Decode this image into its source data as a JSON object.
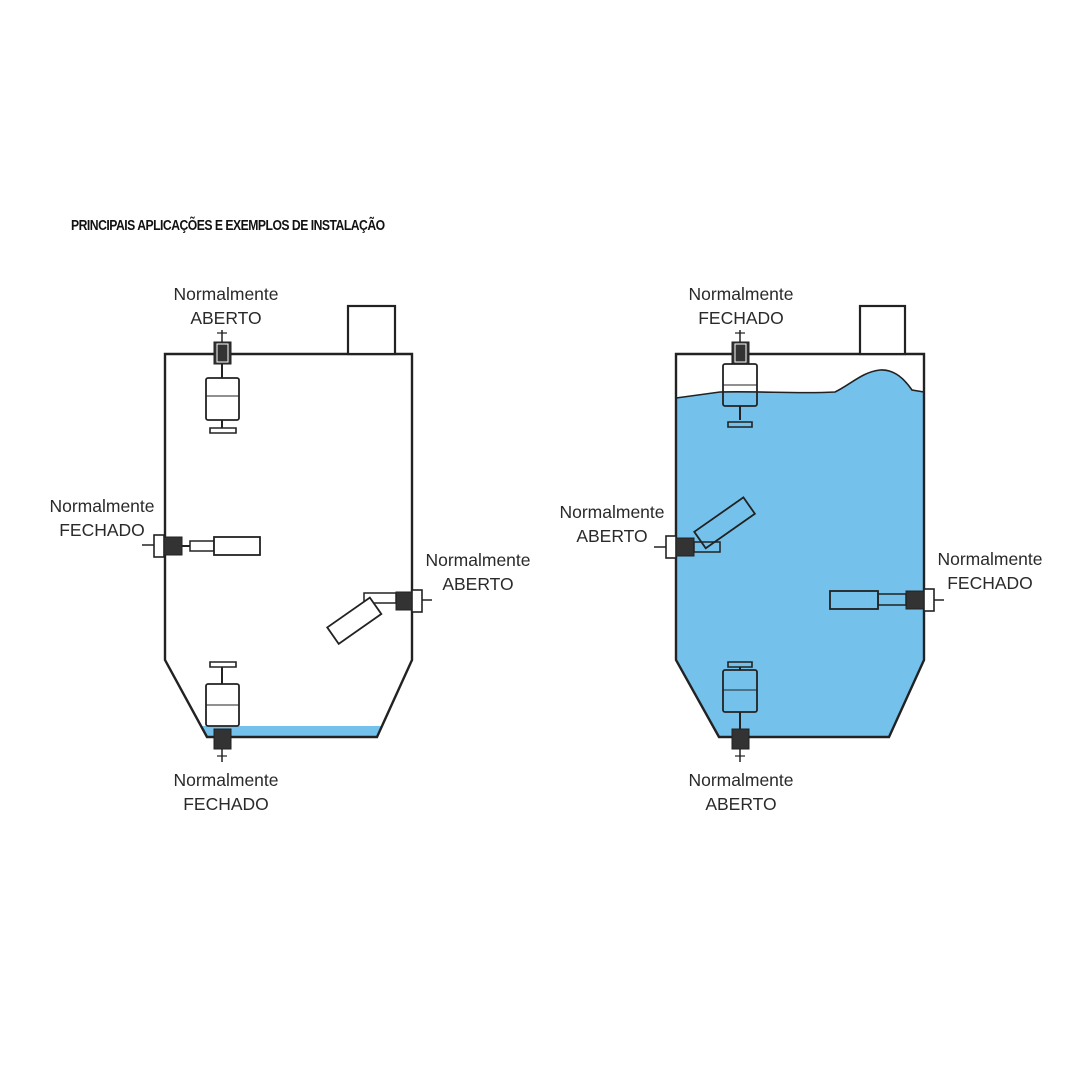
{
  "title": "PRINCIPAIS APLICAÇÕES E EXEMPLOS DE INSTALAÇÃO",
  "colors": {
    "water": "#74c2ec",
    "outline": "#222222",
    "text": "#2a2a2a"
  },
  "left_tank": {
    "water_level": "low",
    "labels": {
      "top": {
        "line1": "Normalmente",
        "line2": "ABERTO"
      },
      "side": {
        "line1": "Normalmente",
        "line2": "FECHADO"
      },
      "right": {
        "line1": "Normalmente",
        "line2": "ABERTO"
      },
      "bottom": {
        "line1": "Normalmente",
        "line2": "FECHADO"
      }
    }
  },
  "right_tank": {
    "water_level": "full",
    "labels": {
      "top": {
        "line1": "Normalmente",
        "line2": "FECHADO"
      },
      "side": {
        "line1": "Normalmente",
        "line2": "ABERTO"
      },
      "right": {
        "line1": "Normalmente",
        "line2": "FECHADO"
      },
      "bottom": {
        "line1": "Normalmente",
        "line2": "ABERTO"
      }
    }
  }
}
